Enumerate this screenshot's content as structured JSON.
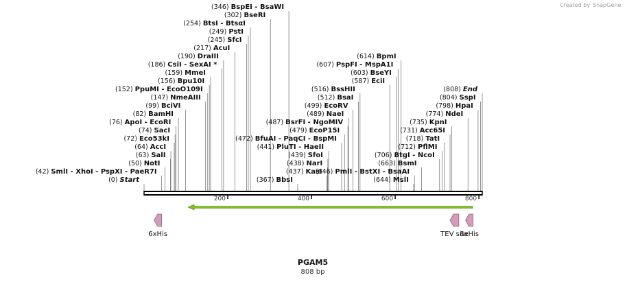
{
  "branding": {
    "created_by": "Created by",
    "app": "SnapGene"
  },
  "map": {
    "name": "PGAM5",
    "length_label": "808 bp",
    "length": 808,
    "ticks": [
      200,
      400,
      600,
      800
    ]
  },
  "colors": {
    "backbone": "#000000",
    "orf_fill": "#7ec21c",
    "feature_fill": "#d59bbb",
    "feature_stroke": "#8a6a7f",
    "cut_line": "#7a7a7a"
  },
  "sites": [
    {
      "pos": 0,
      "label_pos": "(0)",
      "names": [
        "Start"
      ],
      "italic": true
    },
    {
      "pos": 42,
      "label_pos": "(42)",
      "names": [
        "SmlI",
        "XhoI",
        "PspXI",
        "PaeR7I"
      ]
    },
    {
      "pos": 50,
      "label_pos": "(50)",
      "names": [
        "NotI"
      ]
    },
    {
      "pos": 63,
      "label_pos": "(63)",
      "names": [
        "SalI"
      ]
    },
    {
      "pos": 64,
      "label_pos": "(64)",
      "names": [
        "AccI"
      ]
    },
    {
      "pos": 72,
      "label_pos": "(72)",
      "names": [
        "Eco53kI"
      ]
    },
    {
      "pos": 74,
      "label_pos": "(74)",
      "names": [
        "SacI"
      ]
    },
    {
      "pos": 76,
      "label_pos": "(76)",
      "names": [
        "ApoI",
        "EcoRI"
      ]
    },
    {
      "pos": 82,
      "label_pos": "(82)",
      "names": [
        "BamHI"
      ]
    },
    {
      "pos": 99,
      "label_pos": "(99)",
      "names": [
        "BciVI"
      ]
    },
    {
      "pos": 147,
      "label_pos": "(147)",
      "names": [
        "NmeAIII"
      ]
    },
    {
      "pos": 152,
      "label_pos": "(152)",
      "names": [
        "PpuMI",
        "EcoO109I"
      ]
    },
    {
      "pos": 156,
      "label_pos": "(156)",
      "names": [
        "Bpu10I"
      ]
    },
    {
      "pos": 159,
      "label_pos": "(159)",
      "names": [
        "MmeI"
      ]
    },
    {
      "pos": 186,
      "label_pos": "(186)",
      "names": [
        "CsiI",
        "SexAI *"
      ]
    },
    {
      "pos": 190,
      "label_pos": "(190)",
      "names": [
        "DraIII"
      ]
    },
    {
      "pos": 217,
      "label_pos": "(217)",
      "names": [
        "AcuI"
      ]
    },
    {
      "pos": 245,
      "label_pos": "(245)",
      "names": [
        "SfcI"
      ]
    },
    {
      "pos": 249,
      "label_pos": "(249)",
      "names": [
        "PstI"
      ]
    },
    {
      "pos": 254,
      "label_pos": "(254)",
      "names": [
        "BtsI",
        "BtsαI"
      ]
    },
    {
      "pos": 302,
      "label_pos": "(302)",
      "names": [
        "BseRI"
      ]
    },
    {
      "pos": 346,
      "label_pos": "(346)",
      "names": [
        "BspEI",
        "BsaWI"
      ]
    },
    {
      "pos": 367,
      "label_pos": "(367)",
      "names": [
        "BbsI"
      ]
    },
    {
      "pos": 437,
      "label_pos": "(437)",
      "names": [
        "KasI"
      ]
    },
    {
      "pos": 438,
      "label_pos": "(438)",
      "names": [
        "NarI"
      ]
    },
    {
      "pos": 439,
      "label_pos": "(439)",
      "names": [
        "SfoI"
      ]
    },
    {
      "pos": 441,
      "label_pos": "(441)",
      "names": [
        "PluTI",
        "HaeII"
      ]
    },
    {
      "pos": 472,
      "label_pos": "(472)",
      "names": [
        "BfuAI",
        "PaqCI",
        "BspMI"
      ]
    },
    {
      "pos": 479,
      "label_pos": "(479)",
      "names": [
        "EcoP15I"
      ]
    },
    {
      "pos": 487,
      "label_pos": "(487)",
      "names": [
        "BsrFI",
        "NgoMIV"
      ]
    },
    {
      "pos": 489,
      "label_pos": "(489)",
      "names": [
        "NaeI"
      ]
    },
    {
      "pos": 499,
      "label_pos": "(499)",
      "names": [
        "EcoRV"
      ]
    },
    {
      "pos": 512,
      "label_pos": "(512)",
      "names": [
        "BsaI"
      ]
    },
    {
      "pos": 516,
      "label_pos": "(516)",
      "names": [
        "BssHII"
      ]
    },
    {
      "pos": 587,
      "label_pos": "(587)",
      "names": [
        "EciI"
      ]
    },
    {
      "pos": 603,
      "label_pos": "(603)",
      "names": [
        "BseYI"
      ]
    },
    {
      "pos": 607,
      "label_pos": "(607)",
      "names": [
        "PspFI",
        "MspA1I"
      ]
    },
    {
      "pos": 614,
      "label_pos": "(614)",
      "names": [
        "BpmI"
      ]
    },
    {
      "pos": 644,
      "label_pos": "(644)",
      "names": [
        "MslI"
      ]
    },
    {
      "pos": 646,
      "label_pos": "(646)",
      "names": [
        "PmlI",
        "BstXI",
        "BsaAI"
      ]
    },
    {
      "pos": 663,
      "label_pos": "(663)",
      "names": [
        "BsmI"
      ]
    },
    {
      "pos": 706,
      "label_pos": "(706)",
      "names": [
        "BtgI",
        "NcoI"
      ]
    },
    {
      "pos": 712,
      "label_pos": "(712)",
      "names": [
        "PflMI"
      ]
    },
    {
      "pos": 718,
      "label_pos": "(718)",
      "names": [
        "TatI"
      ]
    },
    {
      "pos": 731,
      "label_pos": "(731)",
      "names": [
        "Acc65I"
      ]
    },
    {
      "pos": 735,
      "label_pos": "(735)",
      "names": [
        "KpnI"
      ]
    },
    {
      "pos": 774,
      "label_pos": "(774)",
      "names": [
        "NdeI"
      ]
    },
    {
      "pos": 798,
      "label_pos": "(798)",
      "names": [
        "HpaI"
      ]
    },
    {
      "pos": 804,
      "label_pos": "(804)",
      "names": [
        "SspI"
      ]
    },
    {
      "pos": 808,
      "label_pos": "(808)",
      "names": [
        "End"
      ],
      "italic": true
    }
  ],
  "orf": {
    "start": 785,
    "end": 105,
    "direction": "reverse"
  },
  "features": [
    {
      "name": "6xHis",
      "start": 24,
      "end": 42,
      "direction": "reverse"
    },
    {
      "name": "TEV site",
      "start": 731,
      "end": 752,
      "direction": "reverse"
    },
    {
      "name": "6xHis",
      "start": 768,
      "end": 786,
      "direction": "reverse"
    }
  ]
}
